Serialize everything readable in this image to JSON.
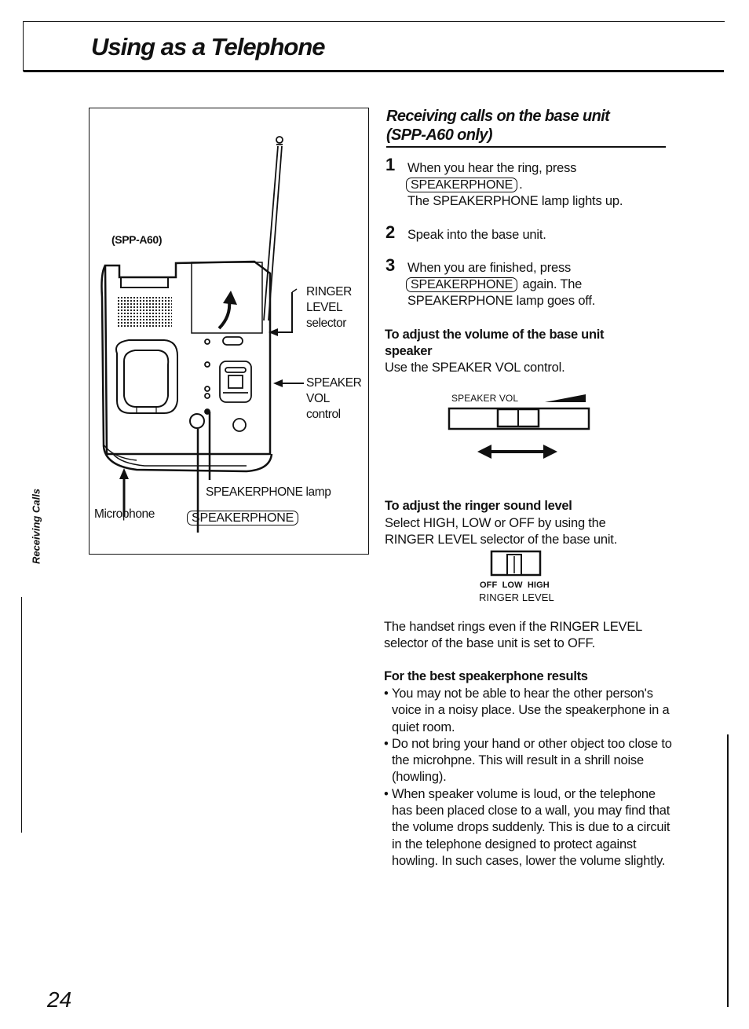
{
  "page": {
    "title": "Using as a Telephone",
    "side_tab": "Receiving Calls",
    "page_number": "24"
  },
  "figure": {
    "model_label": "(SPP-A60)",
    "ringer_level_label": [
      "RINGER",
      "LEVEL",
      "selector"
    ],
    "speaker_vol_label": [
      "SPEAKER",
      "VOL",
      "control"
    ],
    "speakerphone_lamp_label": "SPEAKERPHONE lamp",
    "microphone_label": "Microphone",
    "speakerphone_button": "SPEAKERPHONE"
  },
  "section": {
    "heading_line1": "Receiving calls on the base unit",
    "heading_line2": "(SPP-A60 only)",
    "steps": [
      {
        "number": "1",
        "text_prefix": "When you hear the ring, press",
        "key": "SPEAKERPHONE",
        "after_key": ".",
        "result": "The SPEAKERPHONE lamp lights up."
      },
      {
        "number": "2",
        "text": "Speak into the base unit."
      },
      {
        "number": "3",
        "text_prefix": "When you are finished, press",
        "key": "SPEAKERPHONE",
        "after_key": "again.  The",
        "result": "SPEAKERPHONE lamp goes off."
      }
    ]
  },
  "volume": {
    "heading_line1": "To adjust the volume of the base unit",
    "heading_line2": "speaker",
    "text": "Use the SPEAKER VOL control.",
    "control_label": "SPEAKER VOL"
  },
  "ringer": {
    "heading": "To adjust the ringer sound level",
    "text_line1": "Select HIGH, LOW or OFF by using the",
    "text_line2": "RINGER LEVEL selector of the base unit.",
    "positions": "OFF  LOW  HIGH",
    "caption": "RINGER LEVEL",
    "note_line1": "The handset rings even if the RINGER LEVEL",
    "note_line2": "selector of the base unit is set to OFF."
  },
  "tips": {
    "heading": "For the best speakerphone results",
    "bullets": [
      "You may not be able to hear the other person's voice in a noisy place.  Use the speakerphone in a quiet room.",
      "Do not bring your hand or other object too close to the microhpne.  This will result in a shrill noise (howling).",
      "When speaker volume is loud, or the telephone has been placed close to a wall, you may find that the volume drops suddenly.  This is due to a circuit in the telephone designed to protect against howling.  In such cases, lower the volume slightly."
    ]
  }
}
